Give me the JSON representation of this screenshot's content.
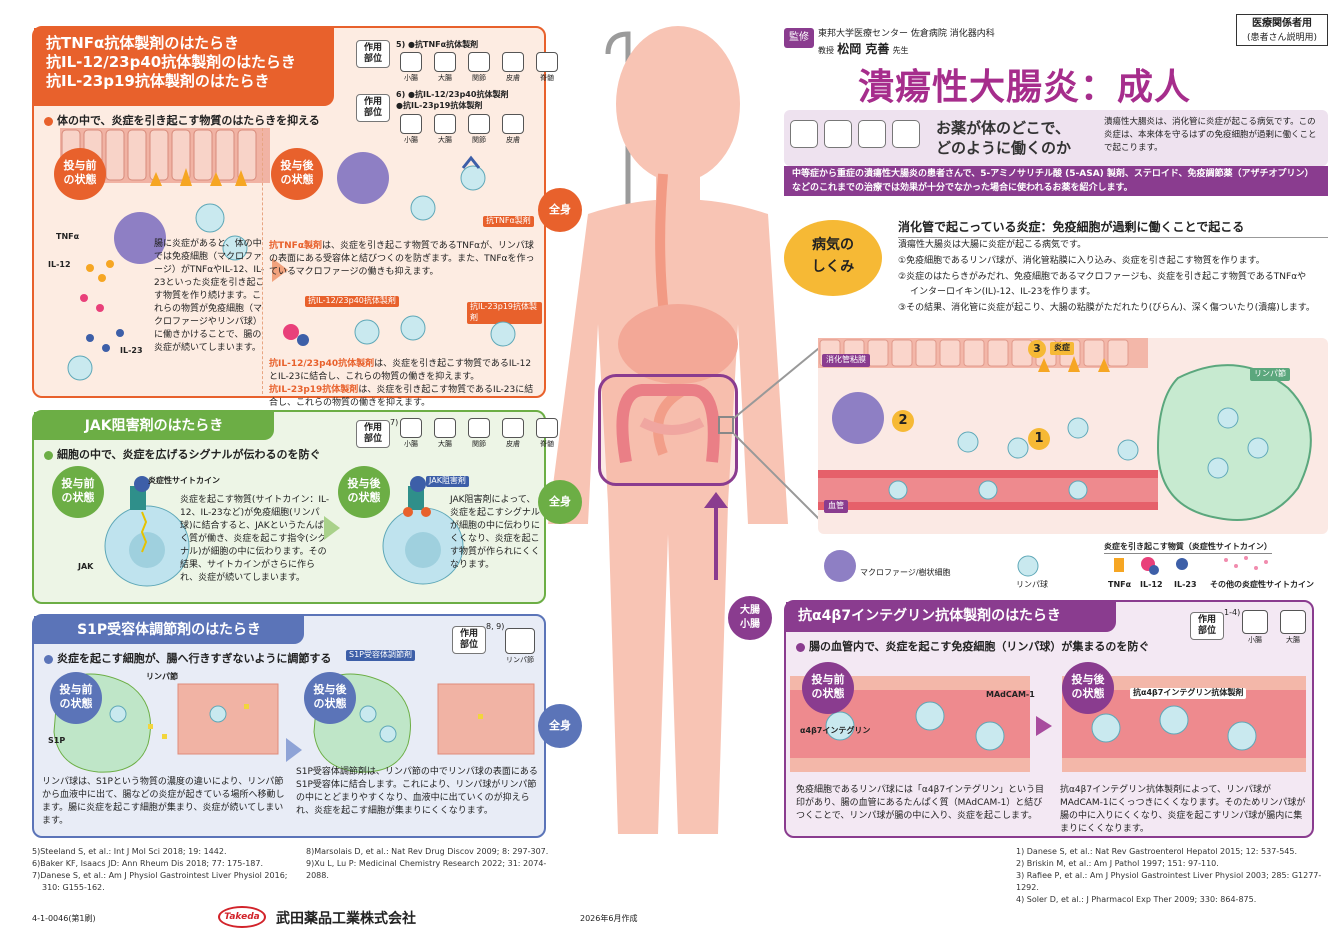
{
  "header": {
    "supervisor_tag": "監修",
    "affiliation": "東邦大学医療センター 佐倉病院 消化器内科",
    "professor_prefix": "教授",
    "professor_name": "松岡 克善",
    "professor_suffix": "先生",
    "audience_line1": "医療関係者用",
    "audience_line2": "(患者さん説明用)",
    "main_title": "潰瘍性大腸炎：成人",
    "subtitle_line1": "お薬が体のどこで、",
    "subtitle_line2": "どのように働くのか",
    "intro_text": "潰瘍性大腸炎は、消化管に炎症が起こる病気です。この炎症は、本来体を守るはずの免疫細胞が過剰に働くことで起こります。",
    "intro_banner": "中等症から重症の潰瘍性大腸炎の患者さんで、5-アミノサリチル酸 (5-ASA) 製剤、ステロイド、免疫調節薬（アザチオプリン）などのこれまでの治療では効果が十分でなかった場合に使われるお薬を紹介します。"
  },
  "mechanism": {
    "badge_line1": "病気の",
    "badge_line2": "しくみ",
    "heading": "消化管で起こっている炎症：免疫細胞が過剰に働くことで起こる",
    "lead": "潰瘍性大腸炎は大腸に炎症が起こる病気です。",
    "step1": "①免疫細胞であるリンパ球が、消化管粘膜に入り込み、炎症を引き起こす物質を作ります。",
    "step2a": "②炎症のはたらきがみだれ、免疫細胞であるマクロファージも、炎症を引き起こす物質であるTNFαや",
    "step2b": "インターロイキン(IL)-12、IL-23を作ります。",
    "step3": "③その結果、消化管に炎症が起こり、大腸の粘膜がただれたり(びらん)、深く傷ついたり(潰瘍)します。",
    "label_mucosa": "消化管粘膜",
    "label_inflammation": "炎症",
    "label_lymphnode": "リンパ節",
    "label_vessel": "血管",
    "num1": "1",
    "num2": "2",
    "num3": "3",
    "legend_title": "炎症を引き起こす物質（炎症性サイトカイン）",
    "legend_macrophage": "マクロファージ/樹状細胞",
    "legend_lymphocyte": "リンパ球",
    "legend_tnf": "TNFα",
    "legend_il12": "IL-12",
    "legend_il23": "IL-23",
    "legend_other": "その他の炎症性サイトカイン"
  },
  "body_labels": {
    "whole_body_1": "全身",
    "whole_body_2": "全身",
    "whole_body_3": "全身",
    "gut_line1": "大腸",
    "gut_line2": "小腸"
  },
  "panel_tnf": {
    "title_line1": "抗TNFα抗体製剤のはたらき",
    "title_line2": "抗IL-12/23p40抗体製剤のはたらき",
    "title_line3": "抗IL-23p19抗体製剤のはたらき",
    "site_label": "作用部位",
    "drug1_label": "抗TNFα抗体製剤",
    "drug1_ref": "5)",
    "drug2_label": "抗IL-12/23p40抗体製剤",
    "drug3_label": "抗IL-23p19抗体製剤",
    "drug23_ref": "6)",
    "organs1": [
      "小腸",
      "大腸",
      "関節",
      "皮膚",
      "脊髄"
    ],
    "organs2": [
      "小腸",
      "大腸",
      "関節",
      "皮膚"
    ],
    "bullet": "体の中で、炎症を引き起こす物質のはたらきを抑える",
    "before_line1": "投与前",
    "before_line2": "の状態",
    "after_line1": "投与後",
    "after_line2": "の状態",
    "label_tnf": "TNFα",
    "label_il12": "IL-12",
    "label_il23": "IL-23",
    "before_text": "腸に炎症があると、体の中では免疫細胞（マクロファージ）がTNFαやIL-12、IL-23といった炎症を引き起こす物質を作り続けます。これらの物質が免疫細胞（マクロファージやリンパ球）に働きかけることで、腸の炎症が続いてしまいます。",
    "tag_tnf_drug": "抗TNFα製剤",
    "tag_il1223_drug": "抗IL-12/23p40抗体製剤",
    "tag_il23_drug": "抗IL-23p19抗体製剤",
    "after_text1_bold": "抗TNFα製剤",
    "after_text1": "は、炎症を引き起こす物質であるTNFαが、リンパ球の表面にある受容体と結びつくのを防ぎます。また、TNFαを作っているマクロファージの働きも抑えます。",
    "after_text2_bold": "抗IL-12/23p40抗体製剤",
    "after_text2": "は、炎症を引き起こす物質であるIL-12とIL-23に結合し、これらの物質の働きを抑えます。",
    "after_text3_bold": "抗IL-23p19抗体製剤",
    "after_text3": "は、炎症を引き起こす物質であるIL-23に結合し、これらの物質の働きを抑えます。"
  },
  "panel_jak": {
    "title": "JAK阻害剤のはたらき",
    "site_label": "作用部位",
    "ref": "7)",
    "organs": [
      "小腸",
      "大腸",
      "関節",
      "皮膚",
      "脊髄"
    ],
    "bullet": "細胞の中で、炎症を広げるシグナルが伝わるのを防ぐ",
    "before_line1": "投与前",
    "before_line2": "の状態",
    "after_line1": "投与後",
    "after_line2": "の状態",
    "label_cytokine": "炎症性サイトカイン",
    "label_jak": "JAK",
    "label_jak_inhibitor": "JAK阻害剤",
    "before_text": "炎症を起こす物質(サイトカイン：IL-12、IL-23など)が免疫細胞(リンパ球)に結合すると、JAKというたんぱく質が働き、炎症を起こす指令(シグナル)が細胞の中に伝わります。その結果、サイトカインがさらに作られ、炎症が続いてしまいます。",
    "after_text": "JAK阻害剤によって、炎症を起こすシグナルが細胞の中に伝わりにくくなり、炎症を起こす物質が作られにくくなります。"
  },
  "panel_s1p": {
    "title": "S1P受容体調節剤のはたらき",
    "site_label": "作用部位",
    "ref": "8, 9)",
    "organ": "リンパ節",
    "bullet": "炎症を起こす細胞が、腸へ行きすぎないように調節する",
    "before_line1": "投与前",
    "before_line2": "の状態",
    "after_line1": "投与後",
    "after_line2": "の状態",
    "label_lymph": "リンパ節",
    "label_s1p": "S1P",
    "label_drug": "S1P受容体調節剤",
    "before_text": "リンパ球は、S1Pという物質の濃度の違いにより、リンパ節から血液中に出て、腸などの炎症が起きている場所へ移動します。腸に炎症を起こす細胞が集まり、炎症が続いてしまいます。",
    "after_text": "S1P受容体調節剤は、リンパ節の中でリンパ球の表面にあるS1P受容体に結合します。これにより、リンパ球がリンパ節の中にとどまりやすくなり、血液中に出ていくのが抑えられ、炎症を起こす細胞が集まりにくくなります。"
  },
  "panel_integrin": {
    "title": "抗α4β7インテグリン抗体製剤のはたらき",
    "site_label": "作用部位",
    "ref": "1-4)",
    "organs": [
      "小腸",
      "大腸"
    ],
    "bullet": "腸の血管内で、炎症を起こす免疫細胞（リンパ球）が集まるのを防ぐ",
    "before_line1": "投与前",
    "before_line2": "の状態",
    "after_line1": "投与後",
    "after_line2": "の状態",
    "label_madcam": "MAdCAM-1",
    "label_integrin": "α4β7インテグリン",
    "label_drug": "抗α4β7インテグリン抗体製剤",
    "before_text": "免疫細胞であるリンパ球には「α4β7インテグリン」という目印があり、腸の血管にあるたんぱく質（MAdCAM-1）と結びつくことで、リンパ球が腸の中に入り、炎症を起こします。",
    "after_text": "抗α4β7インテグリン抗体製剤によって、リンパ球がMAdCAM-1にくっつきにくくなります。そのためリンパ球が腸の中に入りにくくなり、炎症を起こすリンパ球が腸内に集まりにくくなります。"
  },
  "references_left": [
    "5)Steeland S, et al.: Int J Mol Sci 2018; 19: 1442.",
    "6)Baker KF, Isaacs JD: Ann Rheum Dis 2018; 77: 175-187.",
    "7)Danese S, et al.: Am J Physiol Gastrointest Liver Physiol 2016;",
    "    310: G155-162."
  ],
  "references_mid": [
    "8)Marsolais D, et al.: Nat Rev Drug Discov 2009; 8: 297-307.",
    "9)Xu L, Lu P: Medicinal Chemistry Research 2022; 31: 2074-2088."
  ],
  "references_right": [
    "1) Danese S, et al.: Nat Rev Gastroenterol Hepatol 2015; 12: 537-545.",
    "2) Briskin M, et al.: Am J Pathol 1997; 151: 97-110.",
    "3) Rafiee P, et al.: Am J Physiol Gastrointest Liver Physiol 2003; 285: G1277-1292.",
    "4) Soler D, et al.: J Pharmacol Exp Ther 2009; 330: 864-875."
  ],
  "footer": {
    "code": "4-1-0046(第1刷)",
    "logo_text": "Takeda",
    "company": "武田薬品工業株式会社",
    "date": "2026年6月作成"
  },
  "colors": {
    "orange": "#e8612c",
    "green": "#6cae45",
    "blue": "#5b74b8",
    "purple": "#8a3c8f",
    "magenta": "#a62d8c",
    "skin": "#f8c4b4",
    "orange_bg": "#fdece2",
    "green_bg": "#edf5e6",
    "blue_bg": "#e8ecf6",
    "purple_bg": "#f3e8f3"
  }
}
